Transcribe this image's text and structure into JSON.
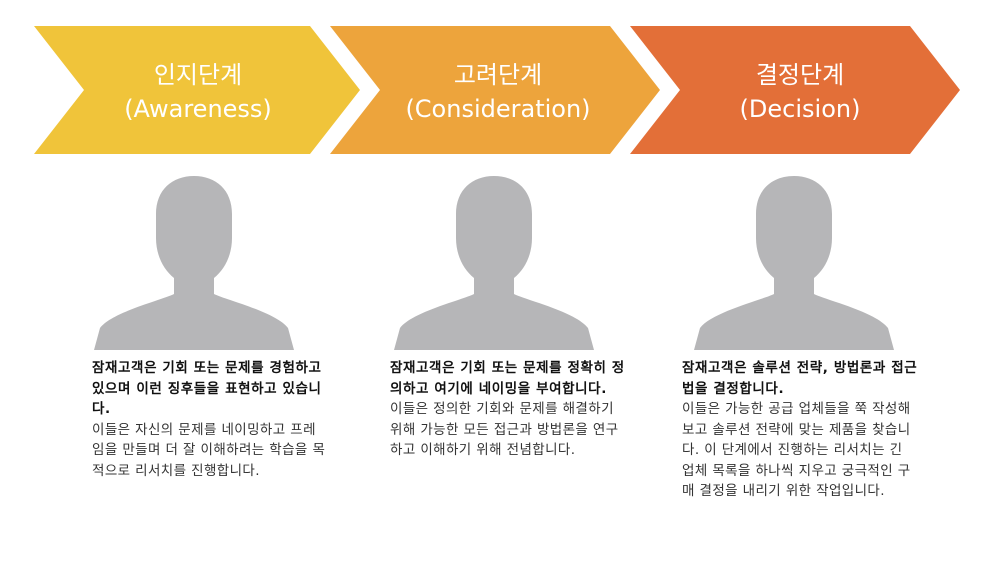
{
  "colors": {
    "stage1": "#F0C43A",
    "stage2": "#EDA43C",
    "stage3": "#E36F38",
    "silhouette": "#B6B6B8"
  },
  "stages": [
    {
      "title": "인지단계",
      "subtitle": "(Awareness)",
      "icon": "person-silhouette-icon",
      "bold_text": "잠재고객은 기회 또는 문제를 경험하고 있으며 이런 징후들을 표현하고 있습니다.",
      "body_text": "이들은 자신의 문제를 네이밍하고 프레임을 만들며 더 잘 이해하려는 학습을 목적으로 리서치를 진행합니다."
    },
    {
      "title": "고려단계",
      "subtitle": "(Consideration)",
      "icon": "person-silhouette-icon",
      "bold_text": "잠재고객은 기회 또는 문제를 정확히 정의하고 여기에 네이밍을 부여합니다.",
      "body_text": "이들은 정의한 기회와 문제를 해결하기 위해 가능한 모든 접근과 방법론을 연구하고 이해하기 위해 전념합니다."
    },
    {
      "title": "결정단계",
      "subtitle": "(Decision)",
      "icon": "person-silhouette-icon",
      "bold_text": "잠재고객은 솔루션 전략, 방법론과 접근법을 결정합니다.",
      "body_text": "이들은 가능한 공급 업체들을 쭉 작성해보고 솔루션 전략에 맞는 제품을 찾습니다. 이 단계에서 진행하는 리서치는 긴 업체 목록을 하나씩 지우고 궁극적인 구매 결정을 내리기 위한 작업입니다."
    }
  ]
}
